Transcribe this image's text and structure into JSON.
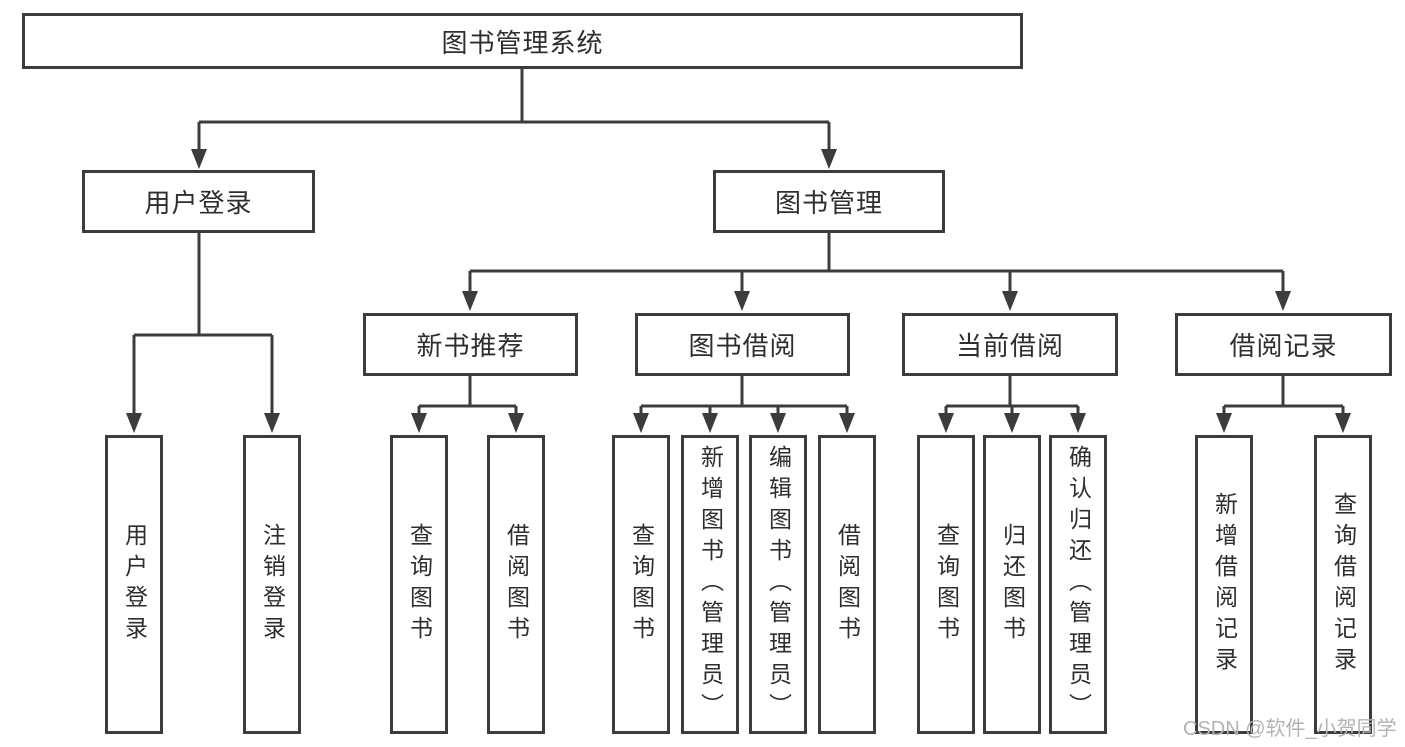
{
  "colors": {
    "background": "#ffffff",
    "line": "#3c3c3c",
    "box_border": "#3c3c3c",
    "text": "#2e2e2e",
    "watermark_text": "#b3b3b3"
  },
  "tree": {
    "root": {
      "label": "图书管理系统"
    },
    "level2": [
      {
        "label": "用户登录",
        "children": [
          "用户登录",
          "注销登录"
        ]
      },
      {
        "label": "图书管理"
      }
    ],
    "level3": [
      {
        "label": "新书推荐",
        "children": [
          "查询图书",
          "借阅图书"
        ]
      },
      {
        "label": "图书借阅",
        "children": [
          "查询图书",
          "新增图书（管理员）",
          "编辑图书（管理员）",
          "借阅图书"
        ]
      },
      {
        "label": "当前借阅",
        "children": [
          "查询图书",
          "归还图书",
          "确认归还（管理员）"
        ]
      },
      {
        "label": "借阅记录",
        "children": [
          "新增借阅记录",
          "查询借阅记录"
        ]
      }
    ]
  },
  "watermark": {
    "text": "CSDN @软件_小贺同学"
  }
}
